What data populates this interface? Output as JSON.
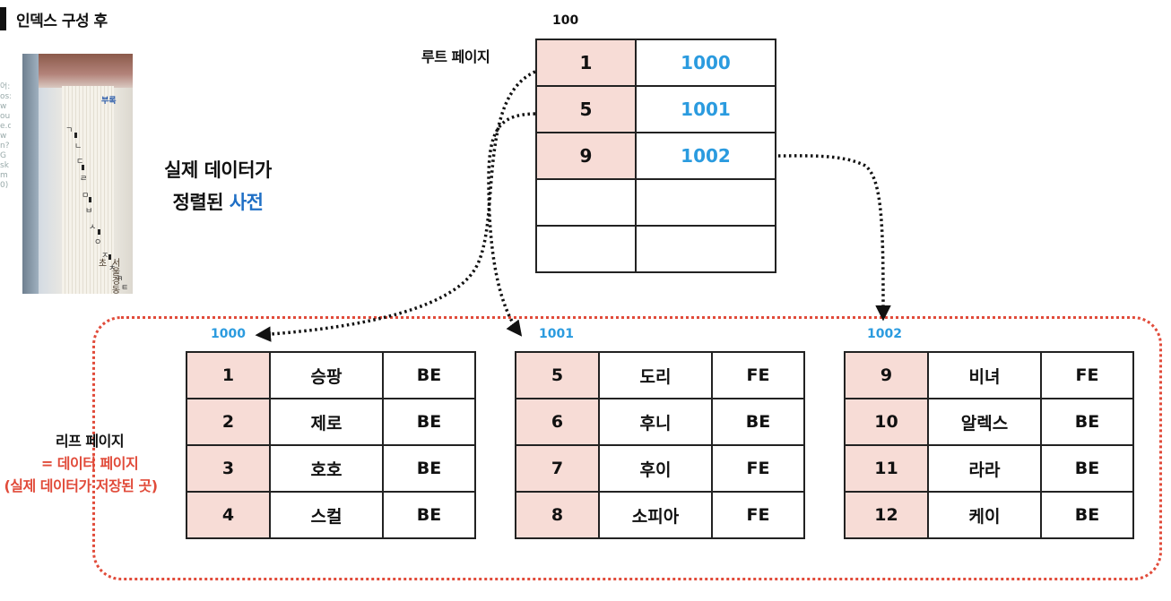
{
  "header": {
    "title": "인덱스 구성 후"
  },
  "side_fragment": [
    "어:",
    "os:",
    "w",
    "ou",
    "e.c",
    "w",
    "n?",
    "G",
    "sk",
    "m",
    "0)"
  ],
  "photo": {
    "blue_label": "부록",
    "jamo": [
      "ㄱ",
      "ㄴ",
      "ㄷ",
      "ㄹ",
      "ㅁ",
      "ㅂ",
      "ㅅ",
      "ㅇ",
      "ㅈ",
      "ㅊ",
      "ㅋ",
      "ㅌ"
    ],
    "bottom_text": "서울경동초"
  },
  "description": {
    "line1": "실제 데이터가",
    "line2_prefix": "정렬된 ",
    "line2_highlight": "사전"
  },
  "root": {
    "page_id": "100",
    "label": "루트 페이지",
    "rows": [
      {
        "key": "1",
        "ptr": "1000"
      },
      {
        "key": "5",
        "ptr": "1001"
      },
      {
        "key": "9",
        "ptr": "1002"
      },
      {
        "key": "",
        "ptr": ""
      },
      {
        "key": "",
        "ptr": ""
      }
    ]
  },
  "leaf_label": {
    "line1": "리프 페이지",
    "line2": "= 데이터 페이지",
    "line3": "(실제 데이터가 저장된 곳)"
  },
  "leaves": [
    {
      "page_id": "1000",
      "rows": [
        {
          "key": "1",
          "name": "승팡",
          "part": "BE"
        },
        {
          "key": "2",
          "name": "제로",
          "part": "BE"
        },
        {
          "key": "3",
          "name": "호호",
          "part": "BE"
        },
        {
          "key": "4",
          "name": "스컬",
          "part": "BE"
        }
      ]
    },
    {
      "page_id": "1001",
      "rows": [
        {
          "key": "5",
          "name": "도리",
          "part": "FE"
        },
        {
          "key": "6",
          "name": "후니",
          "part": "BE"
        },
        {
          "key": "7",
          "name": "후이",
          "part": "FE"
        },
        {
          "key": "8",
          "name": "소피아",
          "part": "FE"
        }
      ]
    },
    {
      "page_id": "1002",
      "rows": [
        {
          "key": "9",
          "name": "비녀",
          "part": "FE"
        },
        {
          "key": "10",
          "name": "알렉스",
          "part": "BE"
        },
        {
          "key": "11",
          "name": "라라",
          "part": "BE"
        },
        {
          "key": "12",
          "name": "케이",
          "part": "BE"
        }
      ]
    }
  ],
  "colors": {
    "key_cell": "#f7dcd6",
    "pointer_blue": "#2b9bdf",
    "leaf_border": "#e14b3a",
    "highlight_blue": "#1f6fc5"
  }
}
